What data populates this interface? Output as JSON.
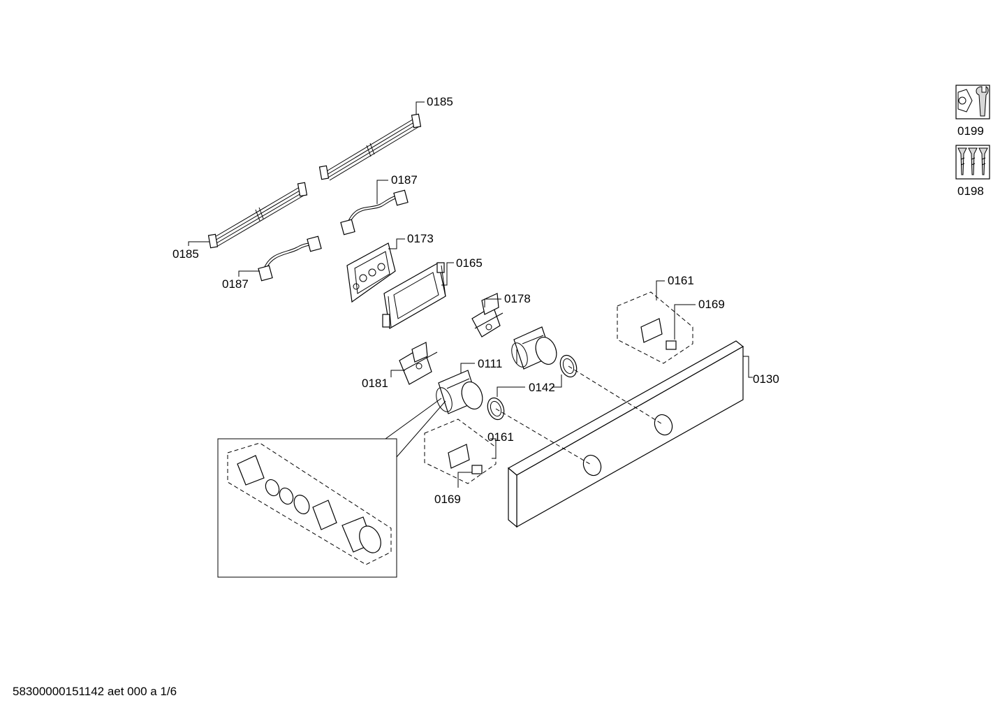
{
  "labels": {
    "l0185_top": "0185",
    "l0185_left": "0185",
    "l0187_top": "0187",
    "l0187_left": "0187",
    "l0173": "0173",
    "l0165": "0165",
    "l0178": "0178",
    "l0161_right": "0161",
    "l0169_right": "0169",
    "l0111": "0111",
    "l0181": "0181",
    "l0142": "0142",
    "l0130": "0130",
    "l0161_lower": "0161",
    "l0169_lower": "0169",
    "l0199": "0199",
    "l0198": "0198"
  },
  "icons": {
    "service_kit": "wrench-nut-icon",
    "screw_set": "screws-icon"
  },
  "footer": {
    "doc_id": "58300000151142 aet 000 a 1/6"
  }
}
